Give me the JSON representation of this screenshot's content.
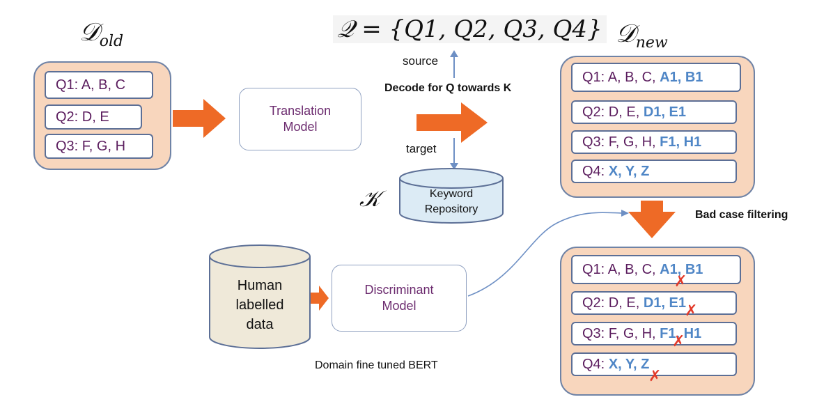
{
  "titles": {
    "d_old_base": "𝒟",
    "d_old_sub": "old",
    "d_new_base": "𝒟",
    "d_new_sub": "new",
    "q_set": "𝒬 = {Q1, Q2, Q3, Q4}",
    "k_symbol": "𝒦"
  },
  "old_items": [
    {
      "text": "Q1: A, B, C"
    },
    {
      "text": "Q2: D, E"
    },
    {
      "text": "Q3: F, G, H"
    }
  ],
  "translation_model": {
    "line1": "Translation",
    "line2": "Model"
  },
  "labels": {
    "source": "source",
    "target": "target",
    "decode": "Decode for Q towards K",
    "bad_case": "Bad case filtering",
    "bert": "Domain fine tuned BERT"
  },
  "keyword_repo": {
    "line1": "Keyword",
    "line2": "Repository"
  },
  "human_data": {
    "line1": "Human",
    "line2": "labelled",
    "line3": "data"
  },
  "discriminant_model": {
    "line1": "Discriminant",
    "line2": "Model"
  },
  "new_items": [
    {
      "base": "Q1: A, B, C, ",
      "hl": "A1, B1"
    },
    {
      "base": "Q2: D, E, ",
      "hl": "D1, E1"
    },
    {
      "base": "Q3: F, G, H, ",
      "hl": "F1, H1"
    },
    {
      "base": "Q4: ",
      "hl": "X, Y, Z"
    }
  ],
  "filtered_items": [
    {
      "base": "Q1: A, B, C, ",
      "hl": "A1, B1",
      "mark": "✗"
    },
    {
      "base": "Q2: D, E, ",
      "hl": "D1, E1",
      "mark": "✗"
    },
    {
      "base": "Q3: F, G, H, ",
      "hl": "F1, H1",
      "mark": "✗"
    },
    {
      "base": "Q4: ",
      "hl": "X, Y, Z",
      "mark": "✗"
    }
  ],
  "colors": {
    "panel_fill": "#f8d6bd",
    "arrow_orange": "#ee6a26",
    "highlight_blue": "#4f86c6",
    "item_text_purple": "#5b1d5e",
    "cross_red": "#e23a2a"
  }
}
